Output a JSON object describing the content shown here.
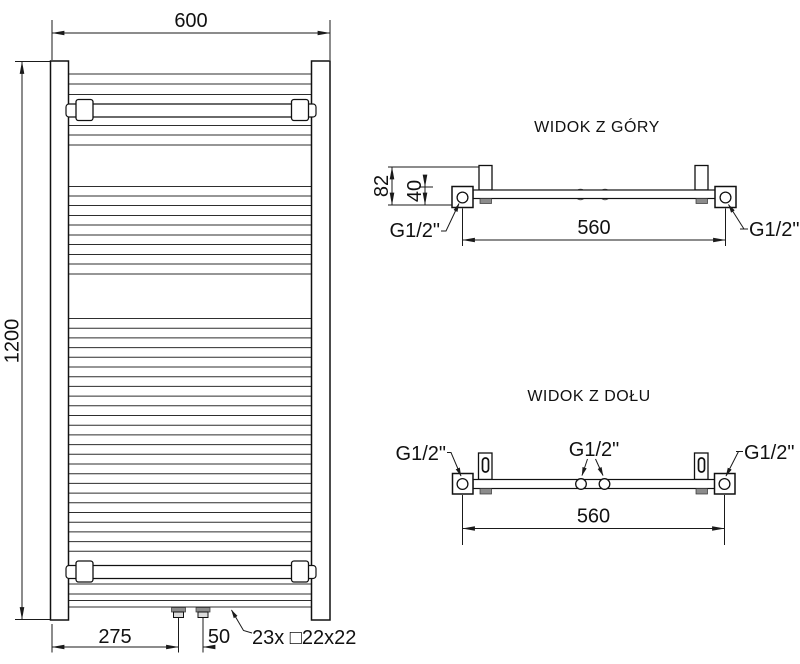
{
  "front_view": {
    "width_label": "600",
    "height_label": "1200",
    "inlet_offset_label": "275",
    "inlet_spacing_label": "50",
    "tube_annotation": "23x □22x22"
  },
  "top_view": {
    "title": "WIDOK Z GÓRY",
    "depth_label": "82",
    "pipe_offset_label": "40",
    "connection_spacing_label": "560",
    "thread_label_left": "G1/2\"",
    "thread_label_right": "G1/2\""
  },
  "bottom_view": {
    "title": "WIDOK Z DOŁU",
    "connection_spacing_label": "560",
    "thread_label_left": "G1/2\"",
    "thread_label_center": "G1/2\"",
    "thread_label_right": "G1/2\""
  },
  "colors": {
    "line": "#1a1a1a",
    "background": "#ffffff",
    "bracket_foot_gray": "#8c8c8c"
  }
}
